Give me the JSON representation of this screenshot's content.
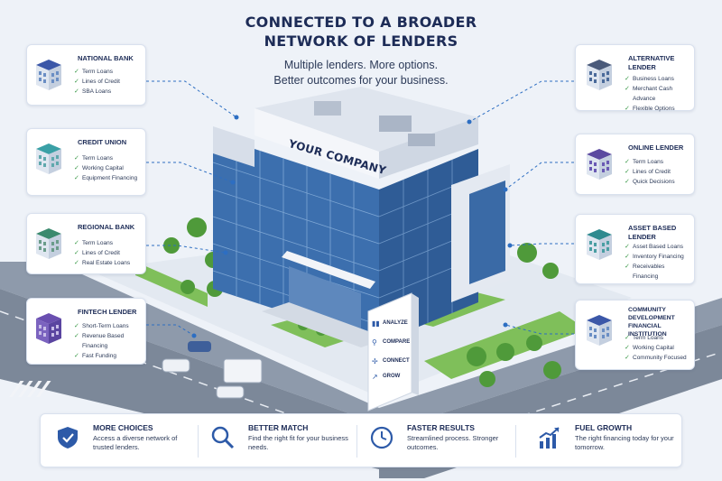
{
  "header": {
    "title_line1": "CONNECTED TO A BROADER",
    "title_line2": "NETWORK OF LENDERS",
    "subtitle_line1": "Multiple lenders. More options.",
    "subtitle_line2": "Better outcomes for your business."
  },
  "building": {
    "sign": "YOUR COMPANY",
    "pylon": [
      "ANALYZE",
      "COMPARE",
      "CONNECT",
      "GROW"
    ]
  },
  "lenders_left": [
    {
      "title": "NATIONAL BANK",
      "items": [
        "Term Loans",
        "Lines of Credit",
        "SBA Loans"
      ],
      "roof_color": "#3b57a8"
    },
    {
      "title": "CREDIT UNION",
      "items": [
        "Term Loans",
        "Working Capital",
        "Equipment Financing"
      ],
      "roof_color": "#3aa0a6"
    },
    {
      "title": "REGIONAL BANK",
      "items": [
        "Term Loans",
        "Lines of Credit",
        "Real Estate Loans"
      ],
      "roof_color": "#3b8a6e"
    },
    {
      "title": "FINTECH LENDER",
      "items": [
        "Short-Term Loans",
        "Revenue Based Financing",
        "Fast Funding"
      ],
      "roof_color": "#6a4fb0"
    }
  ],
  "lenders_right": [
    {
      "title": "ALTERNATIVE LENDER",
      "items": [
        "Business Loans",
        "Merchant Cash Advance",
        "Flexible Options"
      ],
      "roof_color": "#4a5a7a"
    },
    {
      "title": "ONLINE LENDER",
      "items": [
        "Term Loans",
        "Lines of Credit",
        "Quick Decisions"
      ],
      "roof_color": "#5b4aa0"
    },
    {
      "title": "ASSET BASED LENDER",
      "items": [
        "Asset Based Loans",
        "Inventory Financing",
        "Receivables Financing"
      ],
      "roof_color": "#2f8a8f"
    },
    {
      "title": "COMMUNITY DEVELOPMENT FINANCIAL INSTITUTION",
      "items": [
        "Term Loans",
        "Working Capital",
        "Community Focused"
      ],
      "roof_color": "#3b57a8"
    }
  ],
  "footer": [
    {
      "title": "MORE CHOICES",
      "desc": "Access a diverse network of trusted lenders.",
      "icon": "shield-check-icon"
    },
    {
      "title": "BETTER MATCH",
      "desc": "Find the right fit for your business needs.",
      "icon": "magnifier-icon"
    },
    {
      "title": "FASTER RESULTS",
      "desc": "Streamlined process. Stronger outcomes.",
      "icon": "clock-icon"
    },
    {
      "title": "FUEL GROWTH",
      "desc": "The right financing today for your tomorrow.",
      "icon": "growth-chart-icon"
    }
  ],
  "colors": {
    "navy": "#1d2c57",
    "accent": "#2d5aa8",
    "check": "#3c9a4a"
  }
}
